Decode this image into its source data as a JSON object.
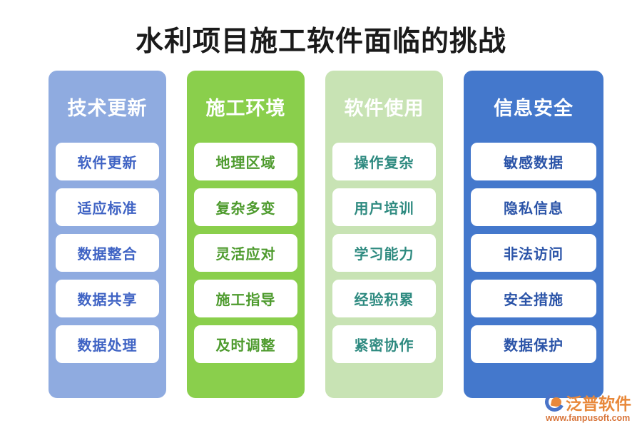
{
  "title": "水利项目施工软件面临的挑战",
  "colors": {
    "panel_1": "#8FABE0",
    "panel_2": "#8ACF4C",
    "panel_3": "#C8E3B4",
    "panel_4": "#4478CC",
    "item_text_1": "#3F63C4",
    "item_text_2": "#4E9B2E",
    "item_text_3": "#2E8A80",
    "item_text_4": "#2B54A8",
    "title_text": "#1A1A1A",
    "logo_orange": "#E8883A",
    "logo_blue": "#4A74C8"
  },
  "columns": [
    {
      "header": "技术更新",
      "items": [
        "软件更新",
        "适应标准",
        "数据整合",
        "数据共享",
        "数据处理"
      ]
    },
    {
      "header": "施工环境",
      "items": [
        "地理区域",
        "复杂多变",
        "灵活应对",
        "施工指导",
        "及时调整"
      ]
    },
    {
      "header": "软件使用",
      "items": [
        "操作复杂",
        "用户培训",
        "学习能力",
        "经验积累",
        "紧密协作"
      ]
    },
    {
      "header": "信息安全",
      "items": [
        "敏感数据",
        "隐私信息",
        "非法访问",
        "安全措施",
        "数据保护"
      ]
    }
  ],
  "watermark": {
    "name": "泛普软件",
    "url": "www.fanpusoft.com"
  }
}
